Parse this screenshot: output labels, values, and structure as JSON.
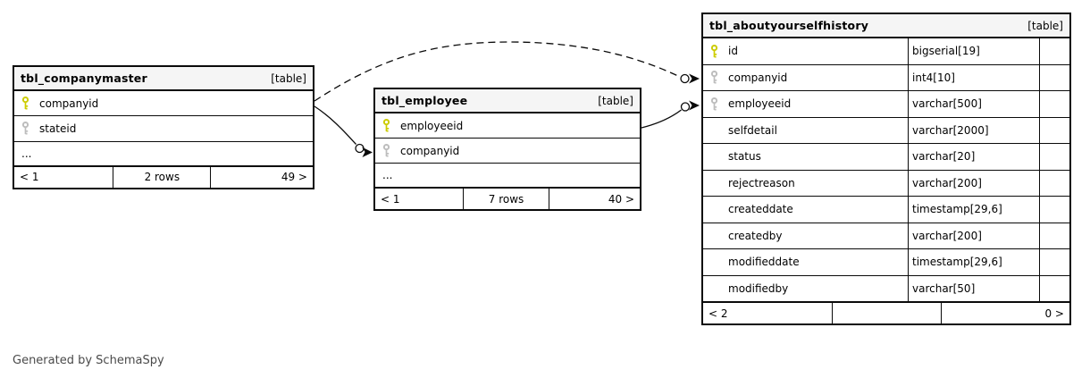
{
  "note": "Generated by SchemaSpy",
  "colors": {
    "primary_key_icon": "#cccc00",
    "foreign_key_icon": "#bdbdbd",
    "header_bg": "#f5f5f5",
    "border": "#0a0a0a"
  },
  "tables": [
    {
      "name": "tbl_companymaster",
      "badge": "[table]",
      "columns": [
        {
          "name": "companyid",
          "key": "primary"
        },
        {
          "name": "stateid",
          "key": "foreign"
        },
        {
          "name": "...",
          "key": "none"
        }
      ],
      "footer": {
        "left": "< 1",
        "center": "2 rows",
        "right": "49 >"
      }
    },
    {
      "name": "tbl_employee",
      "badge": "[table]",
      "columns": [
        {
          "name": "employeeid",
          "key": "primary"
        },
        {
          "name": "companyid",
          "key": "foreign"
        },
        {
          "name": "...",
          "key": "none"
        }
      ],
      "footer": {
        "left": "< 1",
        "center": "7 rows",
        "right": "40 >"
      }
    },
    {
      "name": "tbl_aboutyourselfhistory",
      "badge": "[table]",
      "columns": [
        {
          "name": "id",
          "type": "bigserial[19]",
          "key": "primary"
        },
        {
          "name": "companyid",
          "type": "int4[10]",
          "key": "foreign"
        },
        {
          "name": "employeeid",
          "type": "varchar[500]",
          "key": "foreign"
        },
        {
          "name": "selfdetail",
          "type": "varchar[2000]",
          "key": "none"
        },
        {
          "name": "status",
          "type": "varchar[20]",
          "key": "none"
        },
        {
          "name": "rejectreason",
          "type": "varchar[200]",
          "key": "none"
        },
        {
          "name": "createddate",
          "type": "timestamp[29,6]",
          "key": "none"
        },
        {
          "name": "createdby",
          "type": "varchar[200]",
          "key": "none"
        },
        {
          "name": "modifieddate",
          "type": "timestamp[29,6]",
          "key": "none"
        },
        {
          "name": "modifiedby",
          "type": "varchar[50]",
          "key": "none"
        }
      ],
      "footer": {
        "left": "< 2",
        "center": "",
        "right": "0 >"
      }
    }
  ]
}
